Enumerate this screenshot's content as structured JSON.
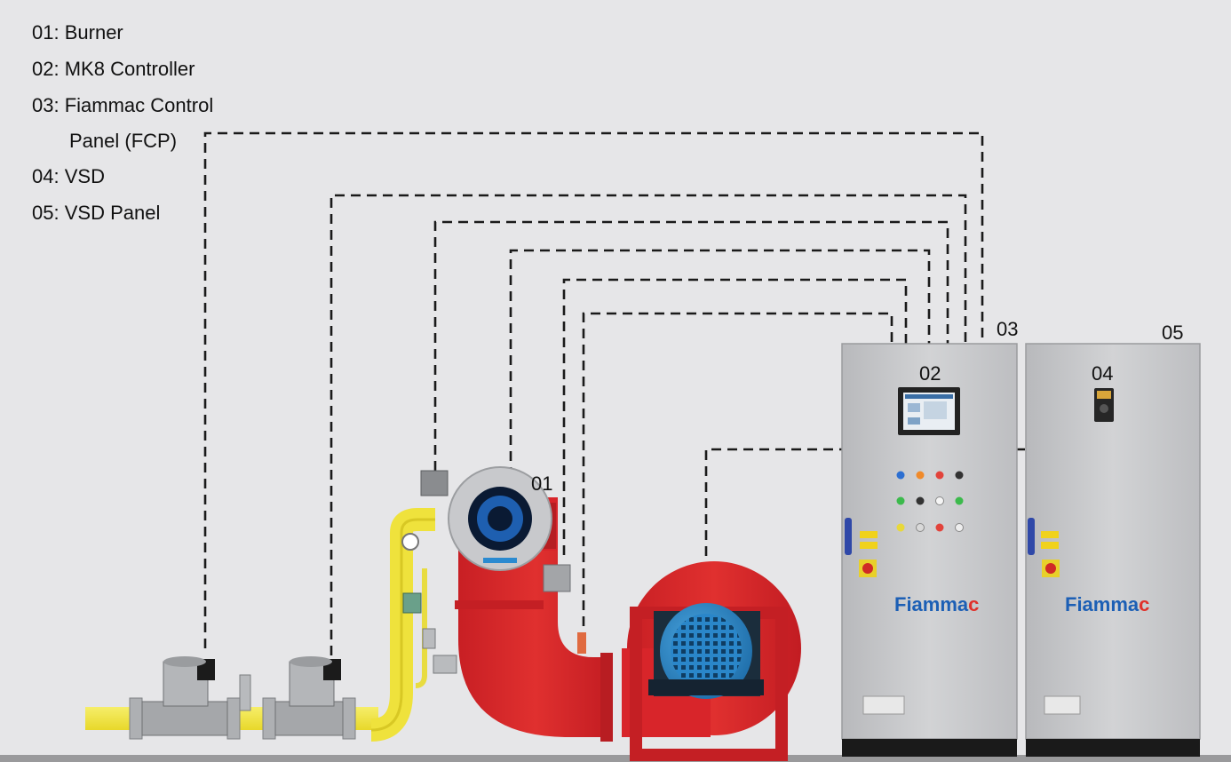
{
  "legend": [
    {
      "code": "01:",
      "label": "Burner"
    },
    {
      "code": "02:",
      "label": "MK8 Controller"
    },
    {
      "code": "03:",
      "label": "Fiammac Control"
    },
    {
      "code": "",
      "label": "Panel (FCP)"
    },
    {
      "code": "04:",
      "label": "VSD"
    },
    {
      "code": "05:",
      "label": "VSD Panel"
    }
  ],
  "tags": {
    "burner": "01",
    "mk8": "02",
    "fcp": "03",
    "vsd": "04",
    "vsd_panel": "05"
  },
  "brand": {
    "name_main": "Fiamma",
    "name_tail": "c",
    "main_color": "#1c5fb5",
    "tail_color": "#e0312b"
  },
  "colors": {
    "background": "#e6e6e8",
    "burner_red": "#d8252a",
    "gas_yellow": "#f2e437",
    "panel_grey": "#c4c5c7",
    "motor_blue": "#2a86c9"
  }
}
